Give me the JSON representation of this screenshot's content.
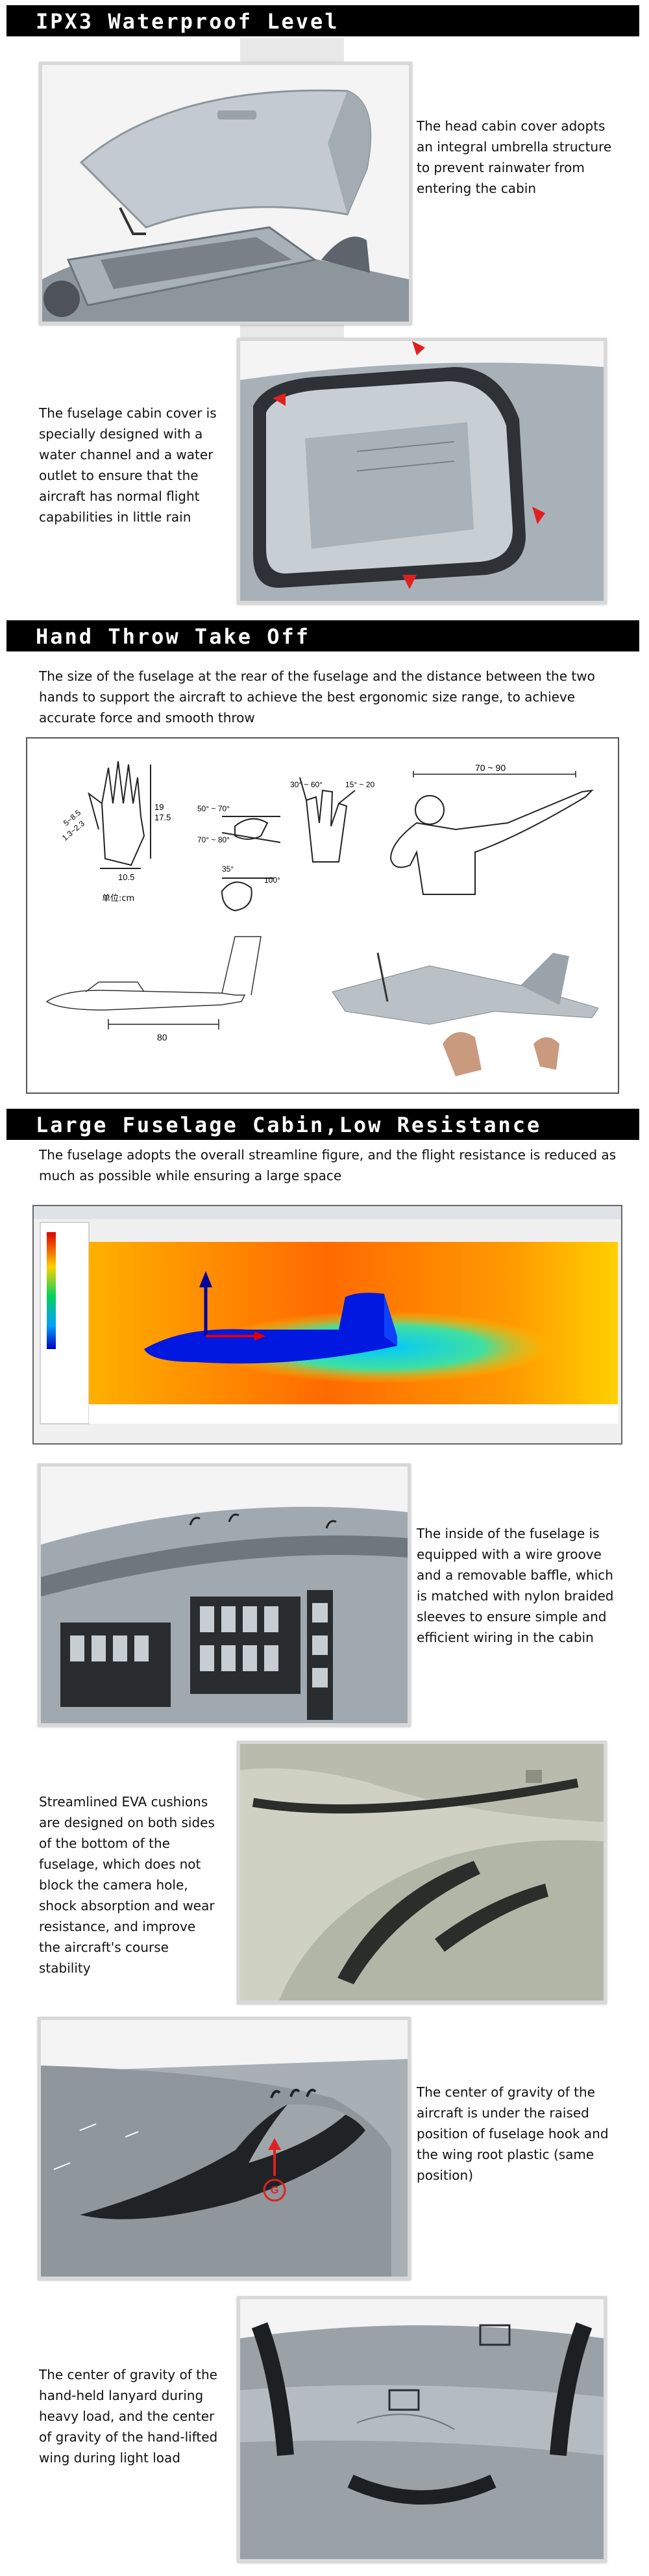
{
  "sections": {
    "waterproof": {
      "title": "IPX3 Waterproof Level",
      "text1": "The head cabin cover adopts an integral umbrella structure to prevent rainwater from entering the cabin",
      "text2": "The fuselage cabin cover is specially designed with a water channel and a water outlet to ensure that the aircraft has normal flight capabilities in little rain"
    },
    "hand_throw": {
      "title": "Hand Throw Take Off",
      "description": "The size of the fuselage at the rear of the fuselage and the distance between the two hands to support the aircraft to achieve the best ergonomic size range, to achieve accurate force and smooth throw",
      "labels": {
        "hand_w": "10.5",
        "hand_h": "19",
        "hand_h2": "17.5",
        "hand_side": "5~8.5",
        "hand_side2": "1.3~2.3",
        "unit": "单位:cm",
        "angle1": "50° ~ 70°",
        "angle2": "70° ~ 80°",
        "angle3": "35°",
        "angle4": "100°",
        "angle5": "30° ~ 60°",
        "angle6": "15° ~ 20",
        "arm_span": "70 ~ 90",
        "fuselage_len": "80"
      }
    },
    "fuselage": {
      "title": "Large Fuselage Cabin,Low Resistance",
      "description": "The fuselage adopts the overall streamline figure, and the flight resistance is reduced as much as possible while ensuring a large space",
      "text1": "The inside of the fuselage is equipped with a wire groove and a removable baffle, which is matched with nylon braided sleeves to ensure simple and efficient wiring in the cabin",
      "text2": "Streamlined EVA cushions are designed on both sides of the bottom of the fuselage, which does not block the camera hole, shock absorption and wear resistance, and improve the aircraft's course stability",
      "text3": "The center of gravity of the aircraft is under the raised position of fuselage hook and the wing root plastic (same position)",
      "text4": "The center of gravity of the hand-held lanyard during heavy load, and the center of gravity of the hand-lifted wing during light load",
      "cg_symbol": "G"
    }
  },
  "colors": {
    "header_bg": "#000000",
    "header_fg": "#ffffff",
    "strip": "#e8e8e8",
    "accent_red": "#e02020"
  }
}
